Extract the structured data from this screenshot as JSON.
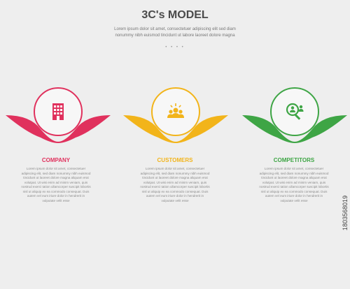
{
  "header": {
    "title": "3C's MODEL",
    "subtitle": "Lorem ipsum dolor sit amet, consectetuer adipiscing elit sed diam nonummy nibh euismod tincidunt ut labore laoreet dolore magna",
    "dots": "• • • •"
  },
  "items": [
    {
      "title": "COMPANY",
      "color": "#e0315d",
      "icon": "building-icon",
      "text": "Lorem ipsum dolor sit amet, consectetuer adipiscing elit, sed diam nonummy nibh euismod tincidunt ut laoreet dolore magna aliquam erat volutpat. Ut wisi enim ad minim veniam, quis nostrud exerci tation ullamcorper suscipit lobortis nisl ut aliquip ex ea commodo consequat. Duis autem vel eum iriure dolor in hendrerit in vulputate velit esse"
    },
    {
      "title": "CUSTOMERS",
      "color": "#f2b41a",
      "icon": "customers-icon",
      "text": "Lorem ipsum dolor sit amet, consectetuer adipiscing elit, sed diam nonummy nibh euismod tincidunt ut laoreet dolore magna aliquam erat volutpat. Ut wisi enim ad minim veniam, quis nostrud exerci tation ullamcorper suscipit lobortis nisl ut aliquip ex ea commodo consequat. Duis autem vel eum iriure dolor in hendrerit in vulputate velit esse"
    },
    {
      "title": "COMPETITORS",
      "color": "#3ea545",
      "icon": "search-people-icon",
      "text": "Lorem ipsum dolor sit amet, consectetuer adipiscing elit, sed diam nonummy nibh euismod tincidunt ut laoreet dolore magna aliquam erat volutpat. Ut wisi enim ad minim veniam, quis nostrud exerci tation ullamcorper suscipit lobortis nisl ut aliquip ex ea commodo consequat. Duis autem vel eum iriure dolor in hendrerit in vulputate velit esse"
    }
  ],
  "side_text": "1803568019"
}
